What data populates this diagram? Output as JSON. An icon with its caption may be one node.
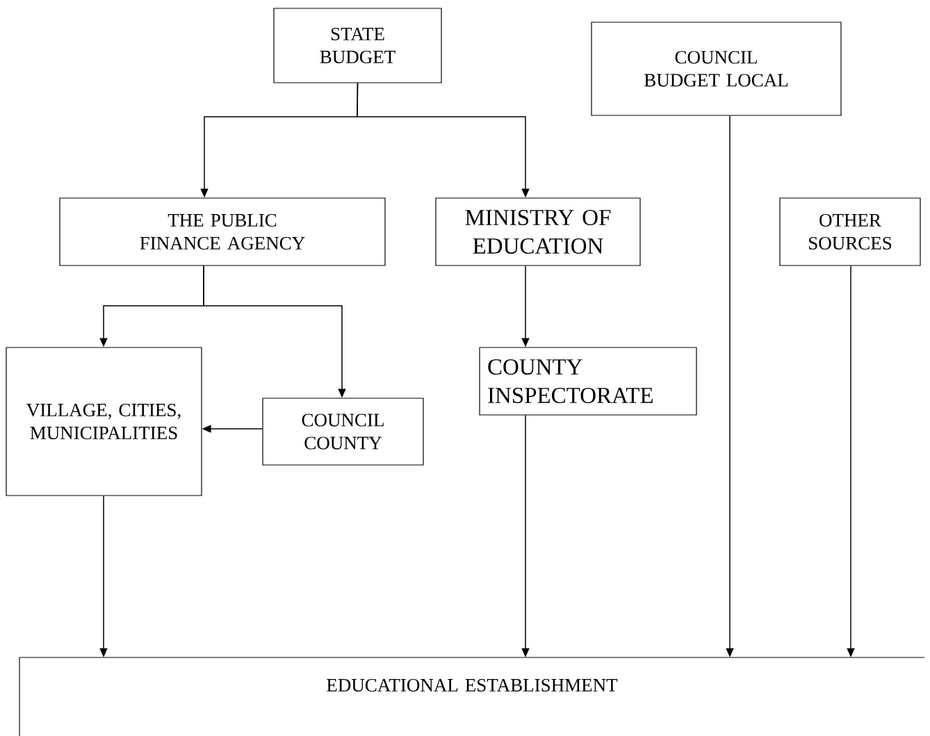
{
  "diagram": {
    "nodes": [
      {
        "text": [
          "STATE BUDGET"
        ]
      },
      {
        "text": [
          "COUNCIL BUDGET LOCAL"
        ]
      },
      {
        "text": [
          "THE PUBLIC FINANCE AGENCY"
        ]
      },
      {
        "text": [
          "MINISTRY OF EDUCATION"
        ]
      },
      {
        "text": [
          "OTHER SOURCES"
        ]
      },
      {
        "text": [
          "VILLAGE, CITIES, MUNICIPALITIES"
        ]
      },
      {
        "text": [
          "COUNCIL COUNTY"
        ]
      },
      {
        "text": [
          "COUNTY INSPECTORATE"
        ]
      },
      {
        "text": [
          "EDUCATIONAL ESTABLISHMENT"
        ]
      }
    ],
    "edges": [
      {
        "from": 0,
        "to": 2,
        "arrow": "to"
      },
      {
        "from": 0,
        "to": 3,
        "arrow": "to"
      },
      {
        "from": 2,
        "to": 5,
        "arrow": "to"
      },
      {
        "from": 2,
        "to": 6,
        "arrow": "to"
      },
      {
        "from": 3,
        "to": 7,
        "arrow": "to"
      },
      {
        "from": 6,
        "to": 5,
        "arrow": "to"
      },
      {
        "from": 5,
        "to": 8,
        "arrow": "to"
      },
      {
        "from": 7,
        "to": 8,
        "arrow": "to"
      },
      {
        "from": 1,
        "to": 8,
        "arrow": "to"
      },
      {
        "from": 4,
        "to": 8,
        "arrow": "to"
      }
    ]
  }
}
